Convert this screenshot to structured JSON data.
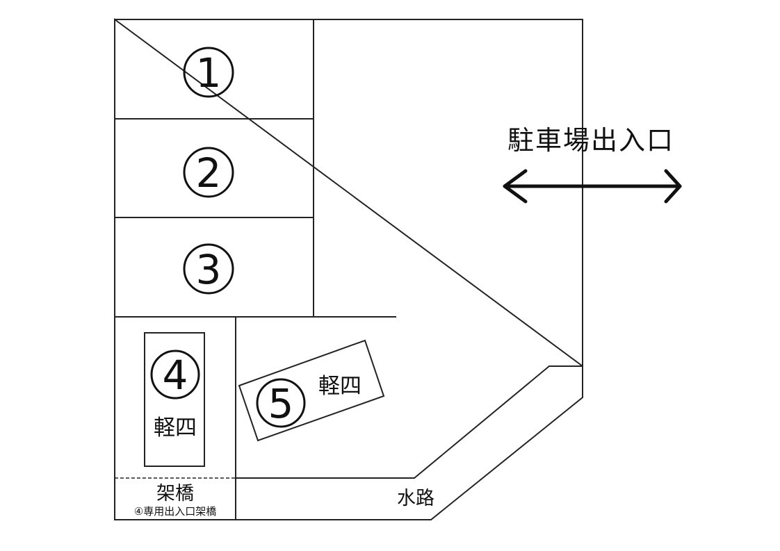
{
  "lots": [
    {
      "id": "1",
      "num": "1"
    },
    {
      "id": "2",
      "num": "2"
    },
    {
      "id": "3",
      "num": "3"
    },
    {
      "id": "4",
      "num": "4",
      "type": "軽四"
    },
    {
      "id": "5",
      "num": "5",
      "type": "軽四"
    }
  ],
  "entrance_label": "駐車場出入口",
  "waterway_label": "水路",
  "bridge_label": "架橋",
  "bridge_note": "④専用出入口架橋",
  "colors": {
    "line": "#222222",
    "background": "#ffffff"
  }
}
